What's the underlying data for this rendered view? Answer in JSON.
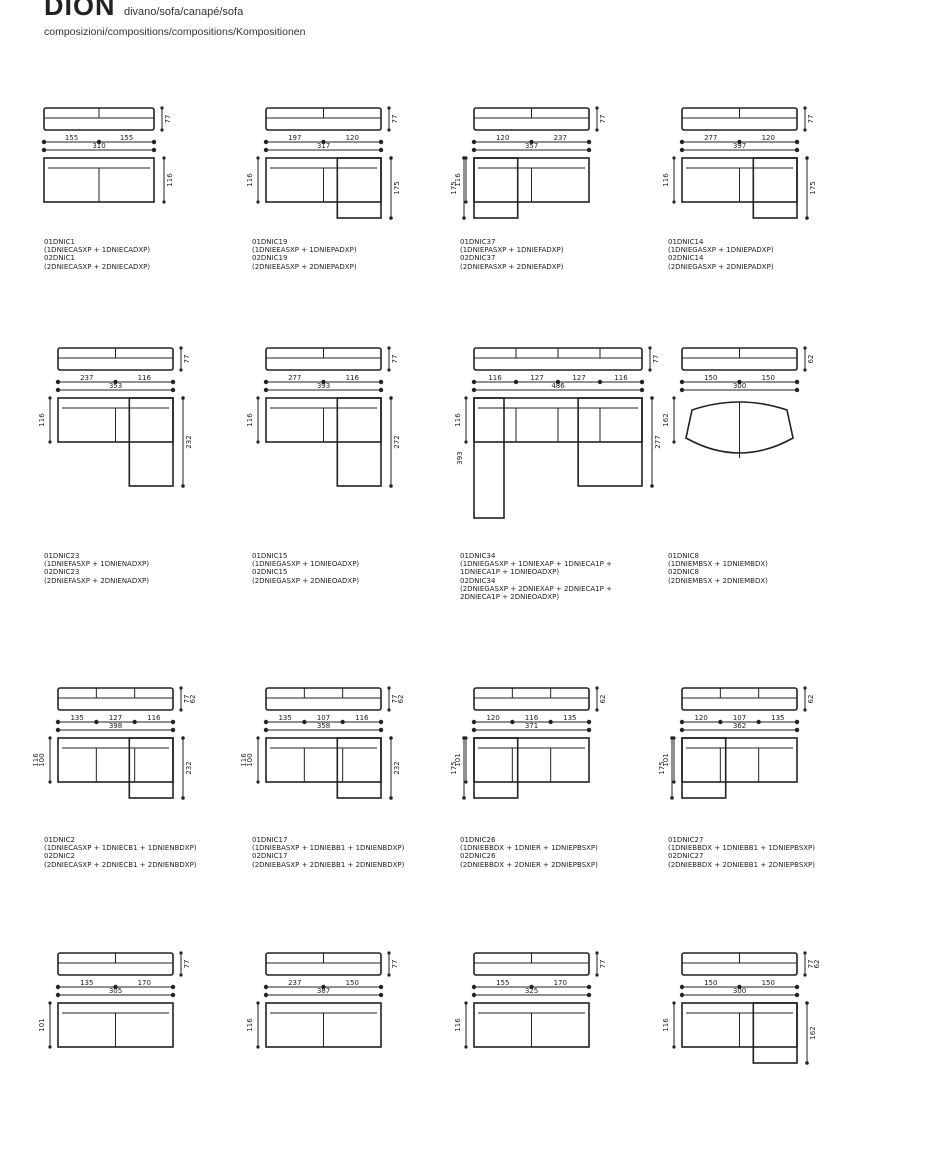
{
  "header": {
    "brand": "DION",
    "brand_sub": "divano/sofa/canapé/sofa",
    "subtitle": "composizioni/compositions/compositions/Kompositionen"
  },
  "colors": {
    "line": "#222222",
    "background": "#ffffff"
  },
  "rows": [
    {
      "items": [
        {
          "dims_top": [
            "155",
            "155"
          ],
          "total": "310",
          "height": "77",
          "depth": "116",
          "extra": "",
          "codes": [
            "01DNIC1",
            "(1DNIECASXP + 1DNIECADXP)",
            "02DNIC1",
            "(2DNIECASXP + 2DNIECADXP)"
          ]
        },
        {
          "dims_top": [
            "197",
            "120"
          ],
          "total": "317",
          "height": "77",
          "depth": "116",
          "extra": "175",
          "codes": [
            "01DNIC19",
            "(1DNIEEASXP + 1DNIEPADXP)",
            "02DNIC19",
            "(2DNIEEASXP + 2DNIEPADXP)"
          ]
        },
        {
          "dims_top": [
            "120",
            "237"
          ],
          "total": "357",
          "height": "77",
          "depth": "116",
          "extra": "175",
          "codes": [
            "01DNIC37",
            "(1DNIEPASXP + 1DNIEFADXP)",
            "02DNIC37",
            "(2DNIEPASXP + 2DNIEFADXP)"
          ]
        },
        {
          "dims_top": [
            "277",
            "120"
          ],
          "total": "397",
          "height": "77",
          "depth": "116",
          "extra": "175",
          "codes": [
            "01DNIC14",
            "(1DNIEGASXP + 1DNIEPADXP)",
            "02DNIC14",
            "(2DNIEGASXP + 2DNIEPADXP)"
          ]
        }
      ]
    },
    {
      "items": [
        {
          "dims_top": [
            "237",
            "116"
          ],
          "total": "353",
          "height": "77",
          "depth": "116",
          "extra": "232",
          "codes": [
            "01DNIC23",
            "(1DNIEFASXP + 1DNIENADXP)",
            "02DNIC23",
            "(2DNIEFASXP + 2DNIENADXP)"
          ]
        },
        {
          "dims_top": [
            "277",
            "116"
          ],
          "total": "393",
          "height": "77",
          "depth": "116",
          "extra": "272",
          "codes": [
            "01DNIC15",
            "(1DNIEGASXP + 1DNIEOADXP)",
            "02DNIC15",
            "(2DNIEGASXP + 2DNIEOADXP)"
          ]
        },
        {
          "dims_top": [
            "116",
            "127",
            "127",
            "116"
          ],
          "total": "486",
          "height": "77",
          "depth": "116",
          "extra": "277",
          "extra2": "393",
          "extra3": "277",
          "codes": [
            "01DNIC34",
            "(1DNIEGASXP + 1DNIEXAP + 1DNIECA1P +",
            "1DNIECA1P + 1DNIEOADXP)",
            "02DNIC34",
            "(2DNIEGASXP + 2DNIEXAP + 2DNIECA1P +",
            "2DNIECA1P + 2DNIEOADXP)"
          ]
        },
        {
          "dims_top": [
            "150",
            "150"
          ],
          "total": "300",
          "height": "62",
          "depth": "162",
          "extra": "162",
          "codes": [
            "01DNIC8",
            "(1DNIEMBSX + 1DNIEMBDX)",
            "02DNIC8",
            "(2DNIEMBSX + 2DNIEMBDX)"
          ]
        }
      ]
    },
    {
      "items": [
        {
          "dims_top": [
            "135",
            "127",
            "116"
          ],
          "total": "398",
          "height": "77",
          "height2": "62",
          "depth": "100",
          "depth2": "116",
          "extra": "232",
          "codes": [
            "01DNIC2",
            "(1DNIECASXP + 1DNIECB1 + 1DNIENBDXP)",
            "02DNIC2",
            "(2DNIECASXP + 2DNIECB1 + 2DNIENBDXP)"
          ]
        },
        {
          "dims_top": [
            "135",
            "107",
            "116"
          ],
          "total": "358",
          "height": "77",
          "height2": "62",
          "depth": "100",
          "depth2": "116",
          "extra": "232",
          "codes": [
            "01DNIC17",
            "(1DNIEBASXP + 1DNIEBB1 + 1DNIENBDXP)",
            "02DNIC17",
            "(2DNIEBASXP + 2DNIEBB1 + 2DNIENBDXP)"
          ]
        },
        {
          "dims_top": [
            "120",
            "116",
            "135"
          ],
          "total": "371",
          "height": "62",
          "depth": "101",
          "extra": "175",
          "codes": [
            "01DNIC26",
            "(1DNIEBBDX + 1DNIER + 1DNIEPBSXP)",
            "02DNIC26",
            "(2DNIEBBDX + 2DNIER + 2DNIEPBSXP)"
          ]
        },
        {
          "dims_top": [
            "120",
            "107",
            "135"
          ],
          "total": "362",
          "height": "62",
          "depth": "101",
          "extra": "175",
          "codes": [
            "01DNIC27",
            "(1DNIEBBDX + 1DNIEBB1 + 1DNIEPBSXP)",
            "02DNIC27",
            "(2DNIEBBDX + 2DNIEBB1 + 2DNIEPBSXP)"
          ]
        }
      ]
    },
    {
      "items": [
        {
          "dims_top": [
            "135",
            "170"
          ],
          "total": "305",
          "height": "77",
          "depth": "101",
          "extra": "",
          "codes": []
        },
        {
          "dims_top": [
            "237",
            "150"
          ],
          "total": "387",
          "height": "77",
          "depth": "116",
          "extra": "",
          "codes": []
        },
        {
          "dims_top": [
            "155",
            "170"
          ],
          "total": "325",
          "height": "77",
          "depth": "116",
          "extra": "",
          "codes": []
        },
        {
          "dims_top": [
            "150",
            "150"
          ],
          "total": "300",
          "height": "77",
          "height2": "62",
          "depth": "116",
          "extra": "162",
          "codes": []
        }
      ]
    }
  ]
}
